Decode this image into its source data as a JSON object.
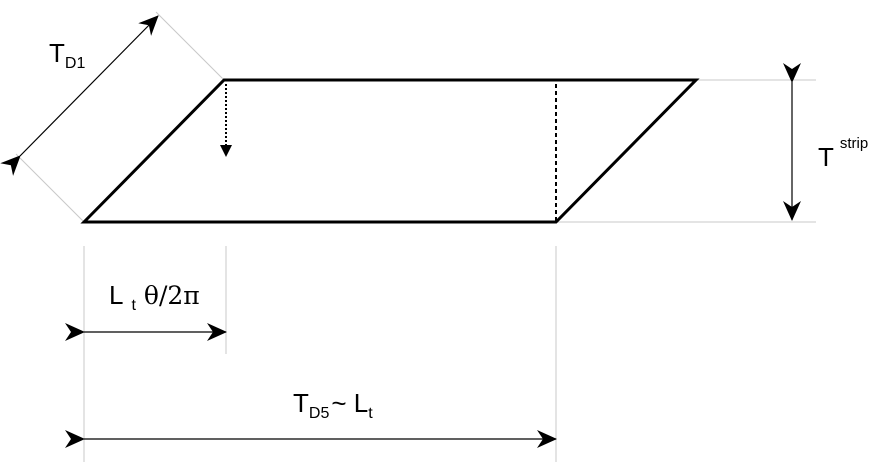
{
  "labels": {
    "td1": {
      "main": "T",
      "sub": "D1"
    },
    "tstrip": {
      "main": "T",
      "sup": "strip"
    },
    "lt_theta": {
      "main": "L",
      "sub": "t",
      "expr": "θ/2π"
    },
    "td5_lt": {
      "main": "T",
      "sub": "D5",
      "tilde": "~ L",
      "sub2": "t"
    }
  },
  "colors": {
    "stroke": "#000000",
    "guide": "#c8c8c8",
    "background": "#ffffff"
  }
}
